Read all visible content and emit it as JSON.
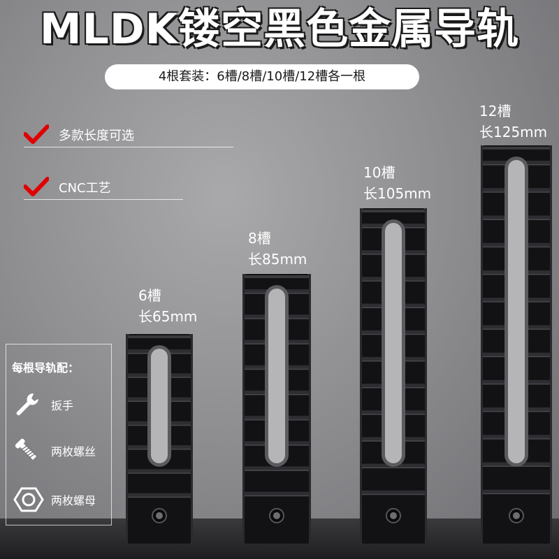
{
  "title": "MLDK镂空黑色金属导轨",
  "subtitle": "4根套装：6槽/8槽/10槽/12槽各一根",
  "features": [
    "多款长度可选",
    "CNC工艺"
  ],
  "rails": [
    {
      "slots": "6槽",
      "length": "长65mm"
    },
    {
      "slots": "8槽",
      "length": "长85mm"
    },
    {
      "slots": "10槽",
      "length": "长105mm"
    },
    {
      "slots": "12槽",
      "length": "长125mm"
    }
  ],
  "accessories": {
    "title": "每根导轨配：",
    "items": [
      {
        "label": "扳手",
        "icon": "wrench-icon"
      },
      {
        "label": "两枚螺丝",
        "icon": "screw-icon"
      },
      {
        "label": "两枚螺母",
        "icon": "hex-nut-icon"
      }
    ]
  },
  "colors": {
    "check": "#e00000",
    "rail": "#121214",
    "background": "#8f8f92"
  }
}
